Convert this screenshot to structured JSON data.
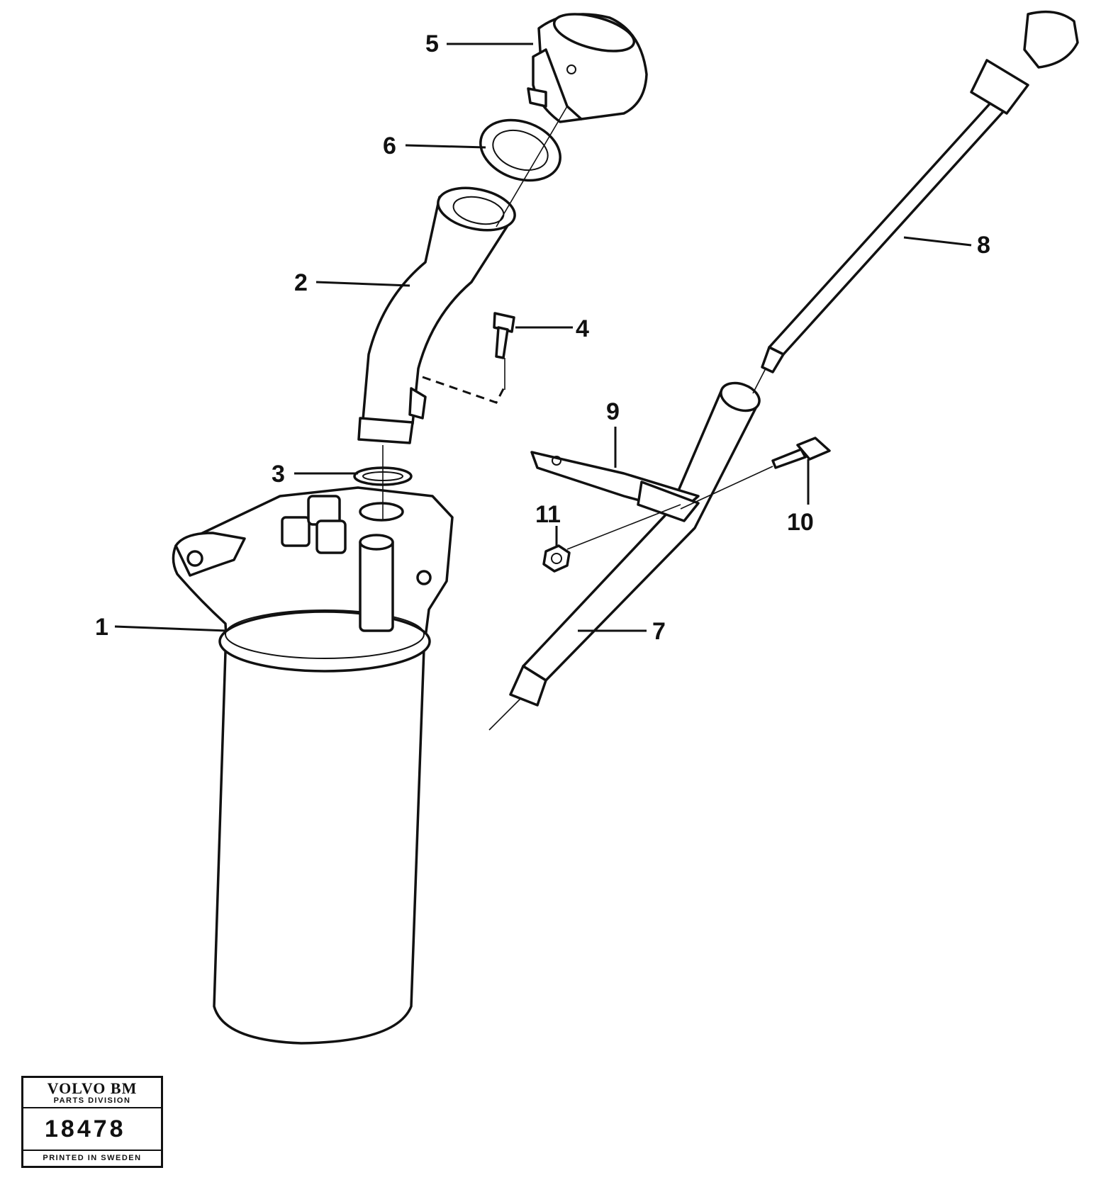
{
  "callouts": [
    {
      "id": "1",
      "label": "1"
    },
    {
      "id": "2",
      "label": "2"
    },
    {
      "id": "3",
      "label": "3"
    },
    {
      "id": "4",
      "label": "4"
    },
    {
      "id": "5",
      "label": "5"
    },
    {
      "id": "6",
      "label": "6"
    },
    {
      "id": "7",
      "label": "7"
    },
    {
      "id": "8",
      "label": "8"
    },
    {
      "id": "9",
      "label": "9"
    },
    {
      "id": "10",
      "label": "10"
    },
    {
      "id": "11",
      "label": "11"
    }
  ],
  "stamp": {
    "brand": "VOLVO BM",
    "division": "PARTS DIVISION",
    "number": "18478",
    "printed": "PRINTED IN SWEDEN"
  }
}
